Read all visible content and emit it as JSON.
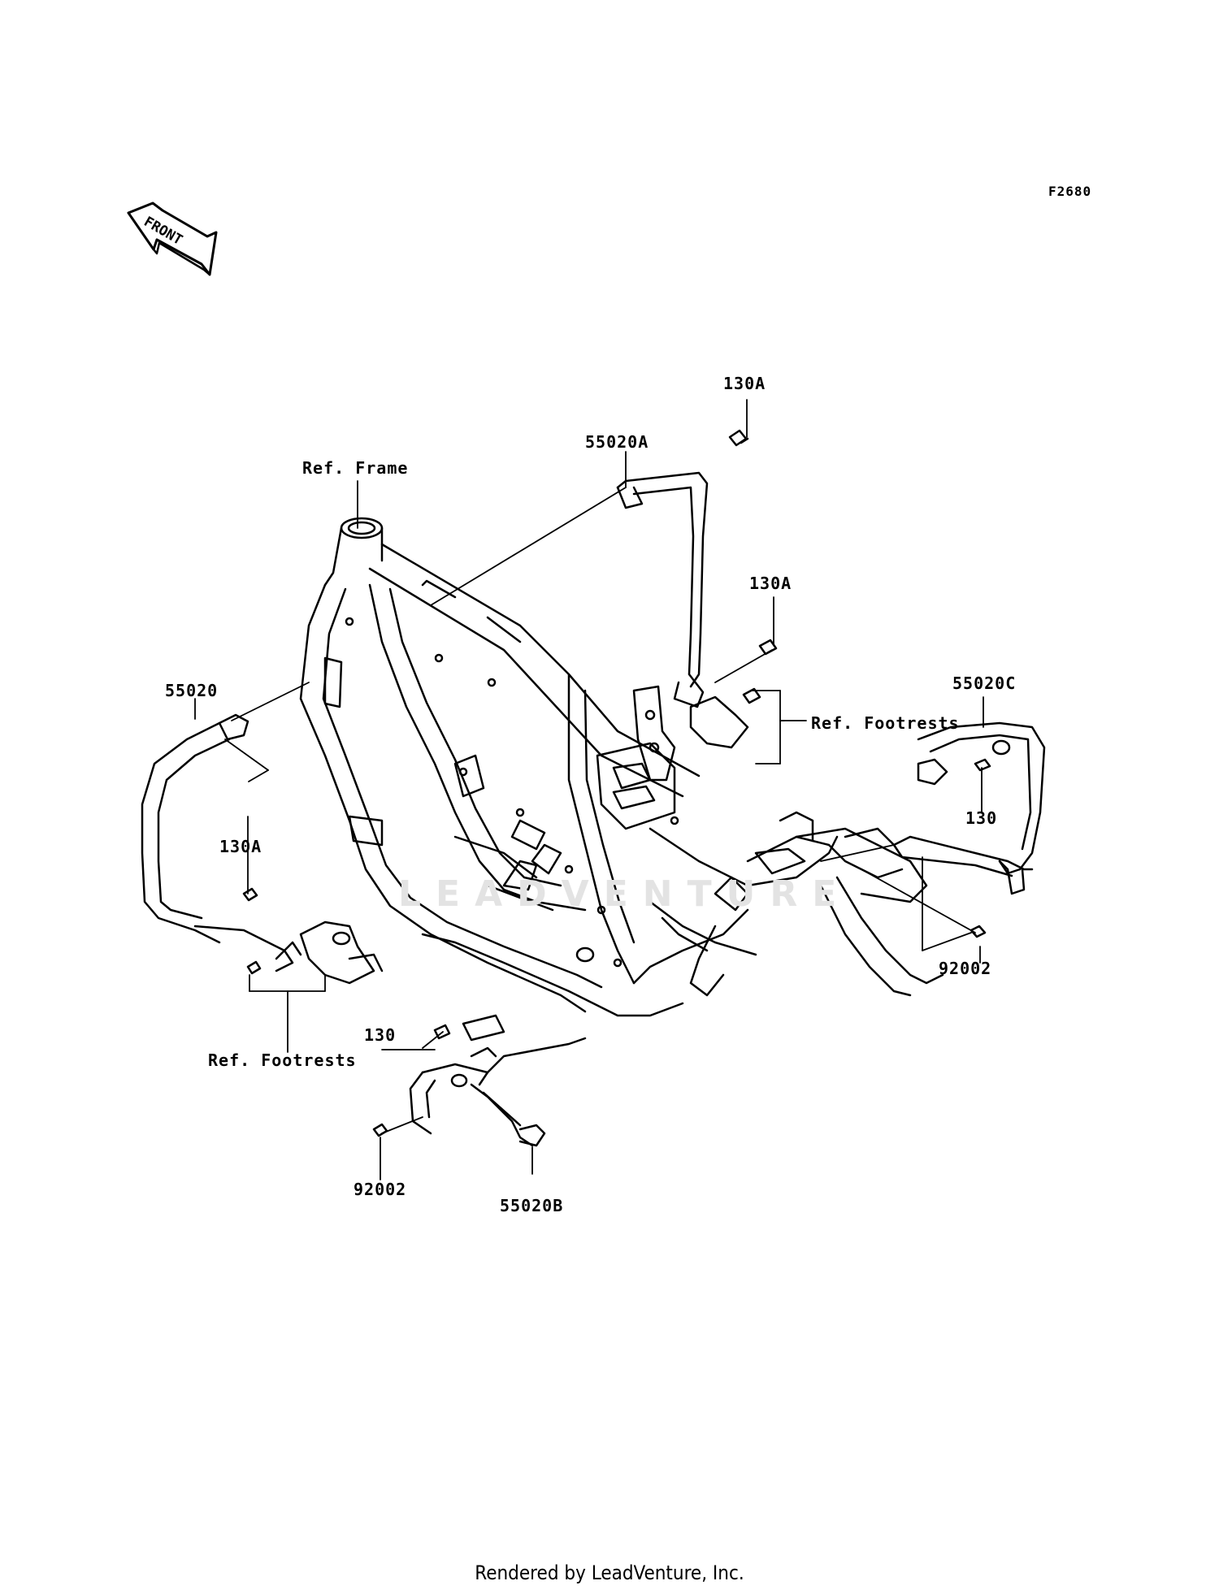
{
  "figure_id": "F2680",
  "front_label": "FRONT",
  "labels": {
    "ref_frame": "Ref. Frame",
    "part_55020A": "55020A",
    "part_130A_top": "130A",
    "part_130A_mid": "130A",
    "part_55020": "55020",
    "part_130A_left": "130A",
    "ref_footrests_right": "Ref. Footrests",
    "part_55020C": "55020C",
    "part_130_right": "130",
    "part_92002_right": "92002",
    "part_130_low": "130",
    "ref_footrests_left": "Ref. Footrests",
    "part_92002_left": "92002",
    "part_55020B": "55020B"
  },
  "watermark": "LEADVENTURE",
  "footer": "Rendered by LeadVenture, Inc."
}
